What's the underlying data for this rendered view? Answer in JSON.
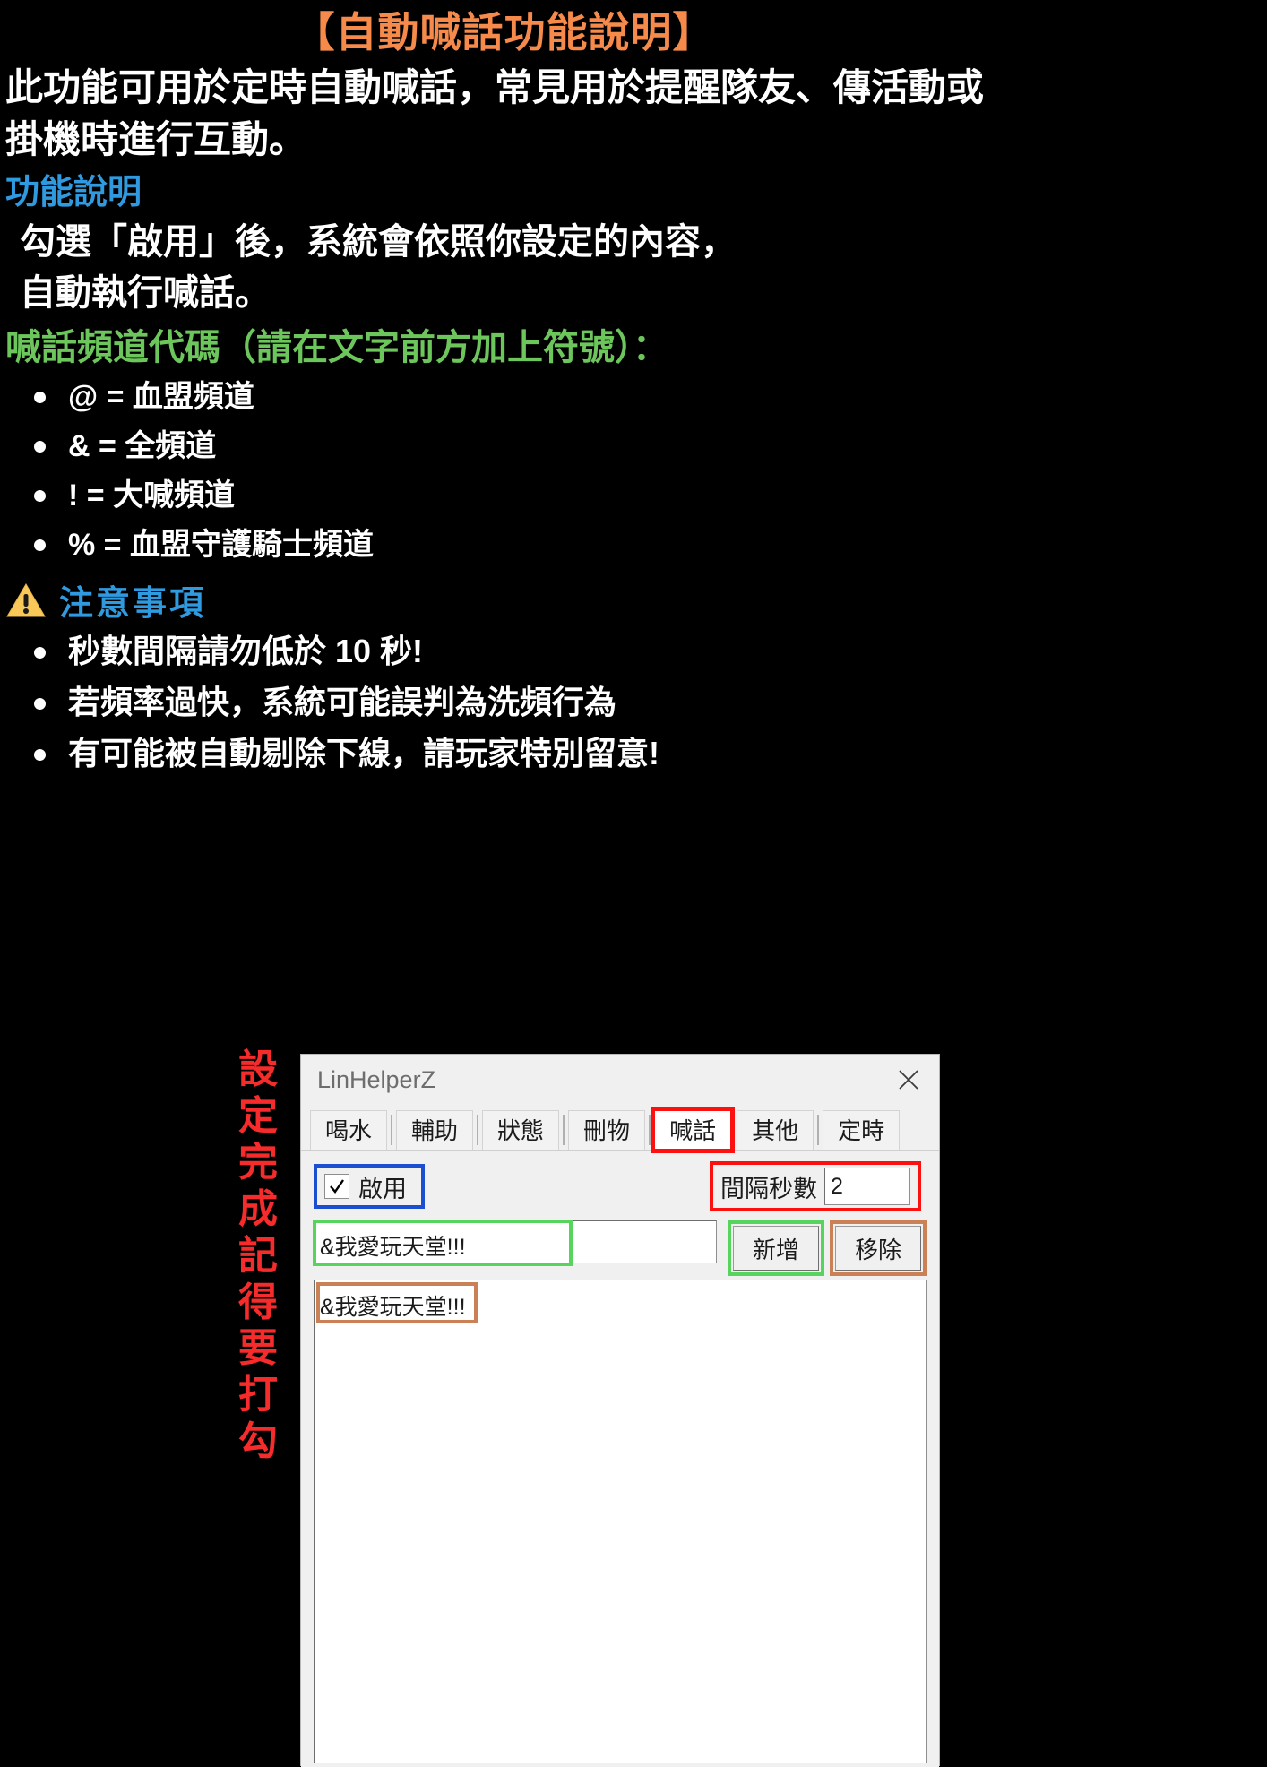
{
  "poster": {
    "title": "【自動喊話功能說明】",
    "intro": "此功能可用於定時自動喊話，常見用於提醒隊友、傳活動或掛機時進行互動。",
    "section1_head": "功能說明",
    "section1_body_line1": "勾選「啟用」後，系統會依照你設定的內容，",
    "section1_body_line2": "自動執行喊話。",
    "section2_head": "喊話頻道代碼（請在文字前方加上符號）：",
    "channel_codes": [
      "@ = 血盟頻道",
      "& = 全頻道",
      "! = 大喊頻道",
      "% = 血盟守護騎士頻道"
    ],
    "warning_head": "注意事項",
    "warning_icon": "warning-triangle-icon",
    "warnings": [
      "秒數間隔請勿低於 10 秒!",
      "若頻率過快，系統可能誤判為洗頻行為",
      "有可能被自動剔除下線，請玩家特別留意!"
    ],
    "colors": {
      "title": "#f58a4b",
      "blue_heading": "#2f9ae0",
      "green_heading": "#6cc65b",
      "body": "#ffffff",
      "background": "#000000"
    }
  },
  "annotation": {
    "vertical_note": "設定完成記得要打勾",
    "color": "#f62b2b",
    "chars": [
      "設",
      "定",
      "完",
      "成",
      "記",
      "得",
      "要",
      "打",
      "勾"
    ]
  },
  "window": {
    "title": "LinHelperZ",
    "close_icon": "close-x-icon",
    "tabs": [
      {
        "label": "喝水",
        "active": false
      },
      {
        "label": "輔助",
        "active": false
      },
      {
        "label": "狀態",
        "active": false
      },
      {
        "label": "刪物",
        "active": false
      },
      {
        "label": "喊話",
        "active": true
      },
      {
        "label": "其他",
        "active": false
      },
      {
        "label": "定時",
        "active": false
      }
    ],
    "panel": {
      "enable_checkbox": {
        "label": "啟用",
        "checked": true,
        "check_icon": "checkmark-icon",
        "highlight_color": "#1c4fd0"
      },
      "interval": {
        "label": "間隔秒數",
        "value": "2",
        "highlight_color": "#fc1111"
      },
      "message_input": {
        "value": "&我愛玩天堂!!!",
        "placeholder": "",
        "highlight_color": "#57d45c"
      },
      "add_button": {
        "label": "新增",
        "highlight_color": "#57d45c"
      },
      "remove_button": {
        "label": "移除",
        "highlight_color": "#cb8156"
      },
      "list_items": [
        "&我愛玩天堂!!!"
      ],
      "list_highlight_color": "#cb8156"
    }
  }
}
